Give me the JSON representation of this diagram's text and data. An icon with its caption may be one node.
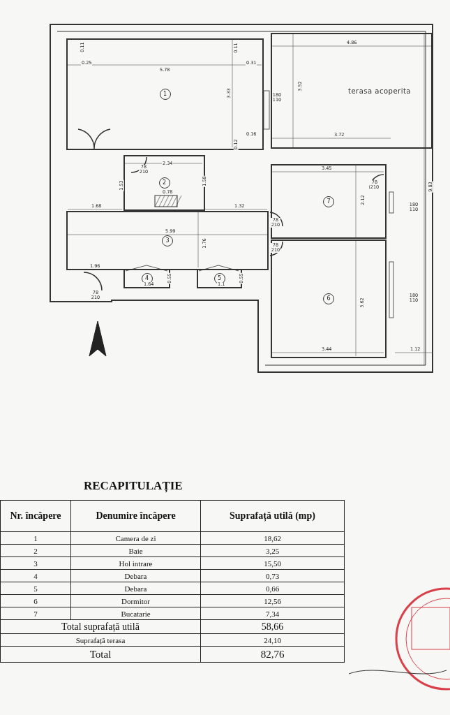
{
  "diagram": {
    "title": "RECAPITULAȚIE",
    "nodes": [
      {
        "text": [
          "1"
        ]
      },
      {
        "text": [
          "terasa acoperita"
        ]
      },
      {
        "text": [
          "2"
        ]
      },
      {
        "text": [
          "7"
        ]
      },
      {
        "text": [
          "3"
        ]
      },
      {
        "text": [
          "4"
        ]
      },
      {
        "text": [
          "5"
        ]
      },
      {
        "text": [
          "6"
        ]
      }
    ],
    "labels": [
      "0.11",
      "0.25",
      "5.78",
      "3.33",
      "0.11",
      "0.31",
      "0.16",
      "0.12",
      "4.86",
      "3.52",
      "180 110",
      "3.72",
      "9.83",
      "78 210",
      "2.34",
      "1.53",
      "1.58",
      "0.78",
      "1.68",
      "1.32",
      "78 210",
      "5.99",
      "78 210",
      "1.76",
      "3.45",
      "78 210",
      "2.12",
      "180 110",
      "3.62",
      "180 110",
      "1.96",
      "1.64",
      "0.55",
      "1.1",
      "0.55",
      "78 210",
      "3.44",
      "1.12",
      "Nr. încăpere",
      "Denumire încăpere",
      "Suprafață utilă (mp)",
      "1",
      "Camera de zi",
      "18,62",
      "2",
      "Baie",
      "3,25",
      "3",
      "Hol intrare",
      "15,50",
      "4",
      "Debara",
      "0,73",
      "5",
      "Debara",
      "0,66",
      "6",
      "Dormitor",
      "12,56",
      "7",
      "Bucatarie",
      "7,34",
      "Total suprafață utilă",
      "58,66",
      "Suprafață terasa",
      "24,10",
      "Total",
      "82,76"
    ]
  }
}
